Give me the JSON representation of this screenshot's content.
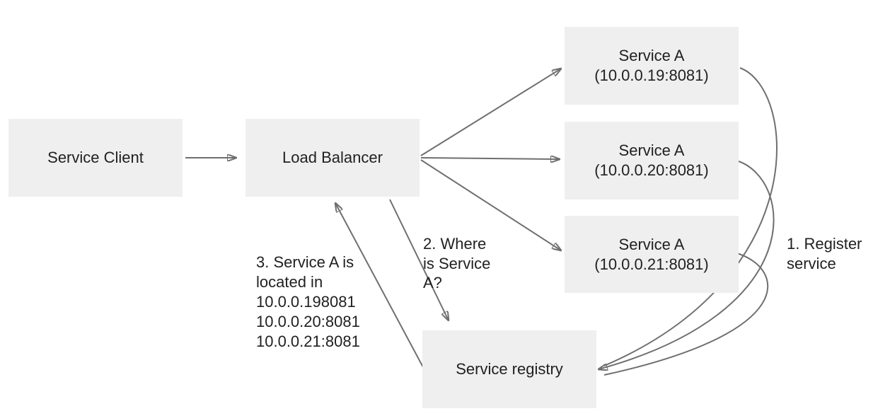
{
  "diagram": {
    "nodes": {
      "service_client": {
        "label": "Service Client"
      },
      "load_balancer": {
        "label": "Load Balancer"
      },
      "service_a1": {
        "label": "Service A",
        "address": "(10.0.0.19:8081)"
      },
      "service_a2": {
        "label": "Service A",
        "address": "(10.0.0.20:8081)"
      },
      "service_a3": {
        "label": "Service A",
        "address": "(10.0.0.21:8081)"
      },
      "service_registry": {
        "label": "Service registry"
      }
    },
    "annotations": {
      "register_service": {
        "lines": [
          "1. Register",
          "service"
        ]
      },
      "where_is_service": {
        "lines": [
          "2. Where",
          "is Service",
          "A?"
        ]
      },
      "service_located": {
        "lines": [
          "3. Service A is",
          "located in",
          "10.0.0.198081",
          "10.0.0.20:8081",
          "10.0.0.21:8081"
        ]
      }
    },
    "colors": {
      "node_fill": "#efefef",
      "text": "#212121",
      "connector": "#6f6f6f",
      "background": "#ffffff"
    }
  }
}
